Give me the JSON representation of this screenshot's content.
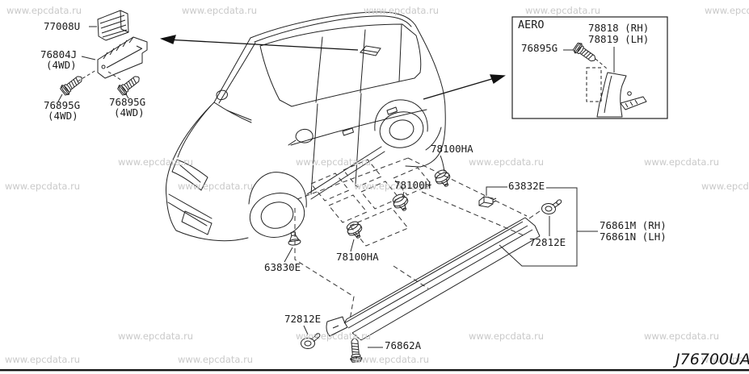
{
  "watermark": {
    "text": "www.epcdata.ru"
  },
  "footer": {
    "diagram_code": "J76700UA"
  },
  "aero": {
    "title": "AERO"
  },
  "labels": {
    "l77008u": "77008U",
    "l76804j": "76804J",
    "l76804j_sub": "(4WD)",
    "l76895g_a": "76895G",
    "l76895g_a_sub": "(4WD)",
    "l76895g_b": "76895G",
    "l76895g_b_sub": "(4WD)",
    "l76895g_aero": "76895G",
    "l78818": "78818 (RH)",
    "l78819": "78819 (LH)",
    "l78100ha_top": "78100HA",
    "l78100h": "78100H",
    "l63832e": "63832E",
    "l76861m": "76861M (RH)",
    "l76861n": "76861N (LH)",
    "l72812e_top": "72812E",
    "l63830e": "63830E",
    "l78100ha_bottom": "78100HA",
    "l72812e_bottom": "72812E",
    "l76862a": "76862A"
  }
}
